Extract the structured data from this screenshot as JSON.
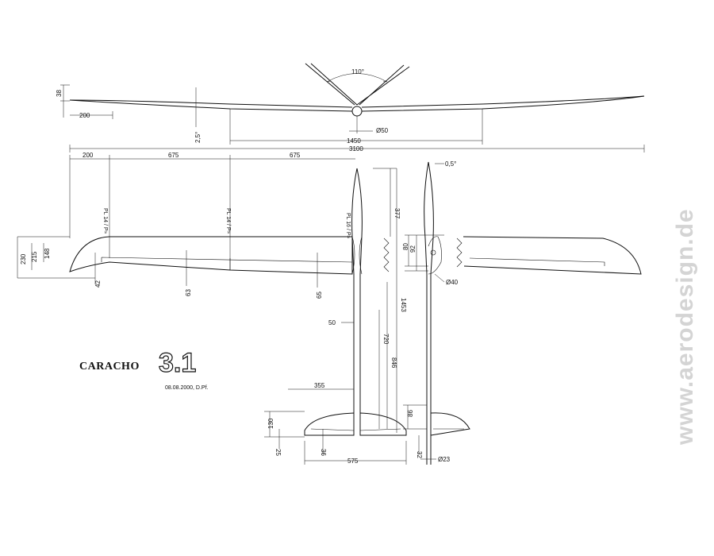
{
  "title": "CARACHO",
  "version": "3.1",
  "date_author": "08.08.2000, D.Pf.",
  "watermark": "www.aerodesign.de",
  "dimensions": {
    "dihedral_angle": "110°",
    "tip_rise": "38",
    "tip_length": "200",
    "dihedral_deg": "2,5°",
    "center_span": "1450",
    "fuselage_diameter": "Ø50",
    "span": "3100",
    "outer_panel_left": "200",
    "panel_675_left": "675",
    "panel_675_right": "675",
    "incidence": "0,5°",
    "nose_length": "377",
    "root_chord_total": "230",
    "chord_215": "215",
    "chord_148": "148",
    "tip_42": "42",
    "mid_63": "63",
    "root_65": "65",
    "depth_80": "80",
    "depth_92": "92",
    "wing_mount_dia": "Ø40",
    "boom_width": "50",
    "boom_720": "720",
    "boom_846": "846",
    "total_length": "1453",
    "tail_half_span": "355",
    "tail_chord": "130",
    "tail_25": "25",
    "tail_36": "36",
    "tail_span": "575",
    "fin_86": "86",
    "fin_32": "32",
    "tail_dia": "Ø23"
  },
  "airfoil_labels": {
    "tip": "PL 14 / P≈",
    "mid": "PL 14 / P≈",
    "root": "PL 16 / P≈"
  }
}
